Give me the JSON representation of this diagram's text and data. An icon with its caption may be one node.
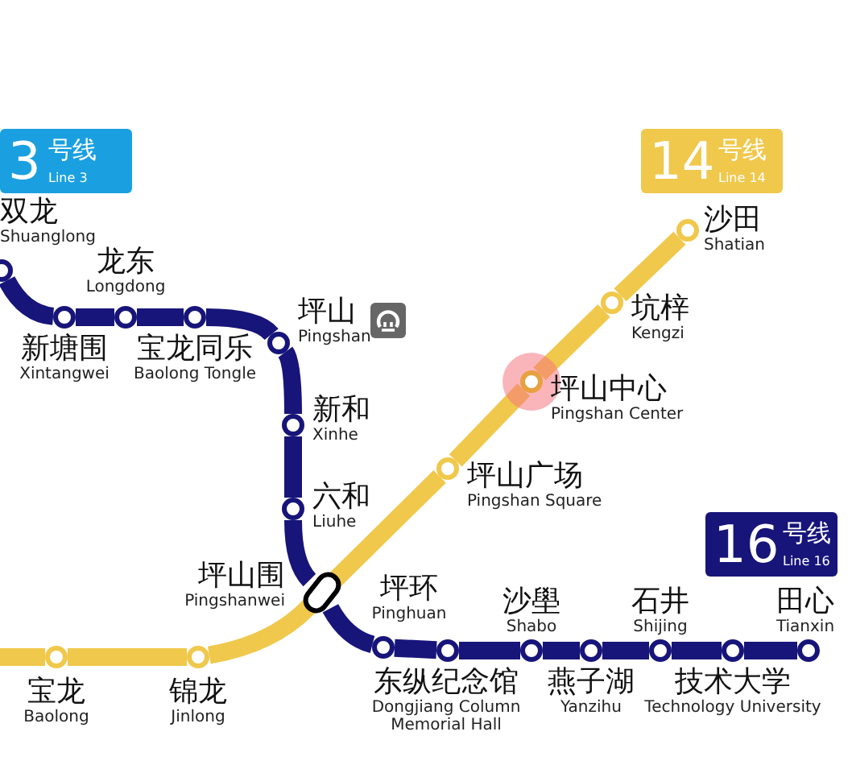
{
  "diagram": {
    "nodes": [
      {
        "text": [
          "3",
          "号线",
          "Line 3"
        ]
      },
      {
        "text": [
          "14",
          "号线",
          "Line 14"
        ]
      },
      {
        "text": [
          "16",
          "号线",
          "Line 16"
        ]
      },
      {
        "text": [
          "双龙",
          "Shuanglong"
        ]
      },
      {
        "text": [
          "新塘围",
          "Xintangwei"
        ]
      },
      {
        "text": [
          "龙东",
          "Longdong"
        ]
      },
      {
        "text": [
          "宝龙同乐",
          "Baolong Tongle"
        ]
      },
      {
        "text": [
          "坪山",
          "Pingshan"
        ]
      },
      {
        "text": [
          "新和",
          "Xinhe"
        ]
      },
      {
        "text": [
          "六和",
          "Liuhe"
        ]
      },
      {
        "text": [
          "坪山围",
          "Pingshanwei"
        ]
      },
      {
        "text": [
          "坪环",
          "Pinghuan"
        ]
      },
      {
        "text": [
          "东纵纪念馆",
          "Dongjiang Column Memorial Hall"
        ]
      },
      {
        "text": [
          "沙壆",
          "Shabo"
        ]
      },
      {
        "text": [
          "燕子湖",
          "Yanzihu"
        ]
      },
      {
        "text": [
          "石井",
          "Shijing"
        ]
      },
      {
        "text": [
          "技术大学",
          "Technology University"
        ]
      },
      {
        "text": [
          "田心",
          "Tianxin"
        ]
      },
      {
        "text": [
          "宝龙",
          "Baolong"
        ]
      },
      {
        "text": [
          "锦龙",
          "Jinlong"
        ]
      },
      {
        "text": [
          "坪山广场",
          "Pingshan Square"
        ]
      },
      {
        "text": [
          "坪山中心",
          "Pingshan Center"
        ]
      },
      {
        "text": [
          "坑梓",
          "Kengzi"
        ]
      },
      {
        "text": [
          "沙田",
          "Shatian"
        ]
      }
    ],
    "edges": [
      {
        "from": 3,
        "to": 4,
        "arrow": "none"
      },
      {
        "from": 4,
        "to": 5,
        "arrow": "none"
      },
      {
        "from": 5,
        "to": 6,
        "arrow": "none"
      },
      {
        "from": 6,
        "to": 7,
        "arrow": "none"
      },
      {
        "from": 7,
        "to": 8,
        "arrow": "none"
      },
      {
        "from": 8,
        "to": 9,
        "arrow": "none"
      },
      {
        "from": 9,
        "to": 10,
        "arrow": "none"
      },
      {
        "from": 10,
        "to": 11,
        "arrow": "none"
      },
      {
        "from": 11,
        "to": 12,
        "arrow": "none"
      },
      {
        "from": 12,
        "to": 13,
        "arrow": "none"
      },
      {
        "from": 13,
        "to": 14,
        "arrow": "none"
      },
      {
        "from": 14,
        "to": 15,
        "arrow": "none"
      },
      {
        "from": 15,
        "to": 16,
        "arrow": "none"
      },
      {
        "from": 16,
        "to": 17,
        "arrow": "none"
      },
      {
        "from": null,
        "to": 18,
        "arrow": "none",
        "color": "#f0c84b"
      },
      {
        "from": 18,
        "to": 19,
        "arrow": "none",
        "color": "#f0c84b"
      },
      {
        "from": 19,
        "to": 10,
        "arrow": "none",
        "color": "#f0c84b"
      },
      {
        "from": 10,
        "to": 20,
        "arrow": "none",
        "color": "#f0c84b"
      },
      {
        "from": 20,
        "to": 21,
        "arrow": "none",
        "color": "#f0c84b"
      },
      {
        "from": 21,
        "to": 22,
        "arrow": "none",
        "color": "#f0c84b"
      },
      {
        "from": 22,
        "to": 23,
        "arrow": "none",
        "color": "#f0c84b"
      }
    ]
  }
}
